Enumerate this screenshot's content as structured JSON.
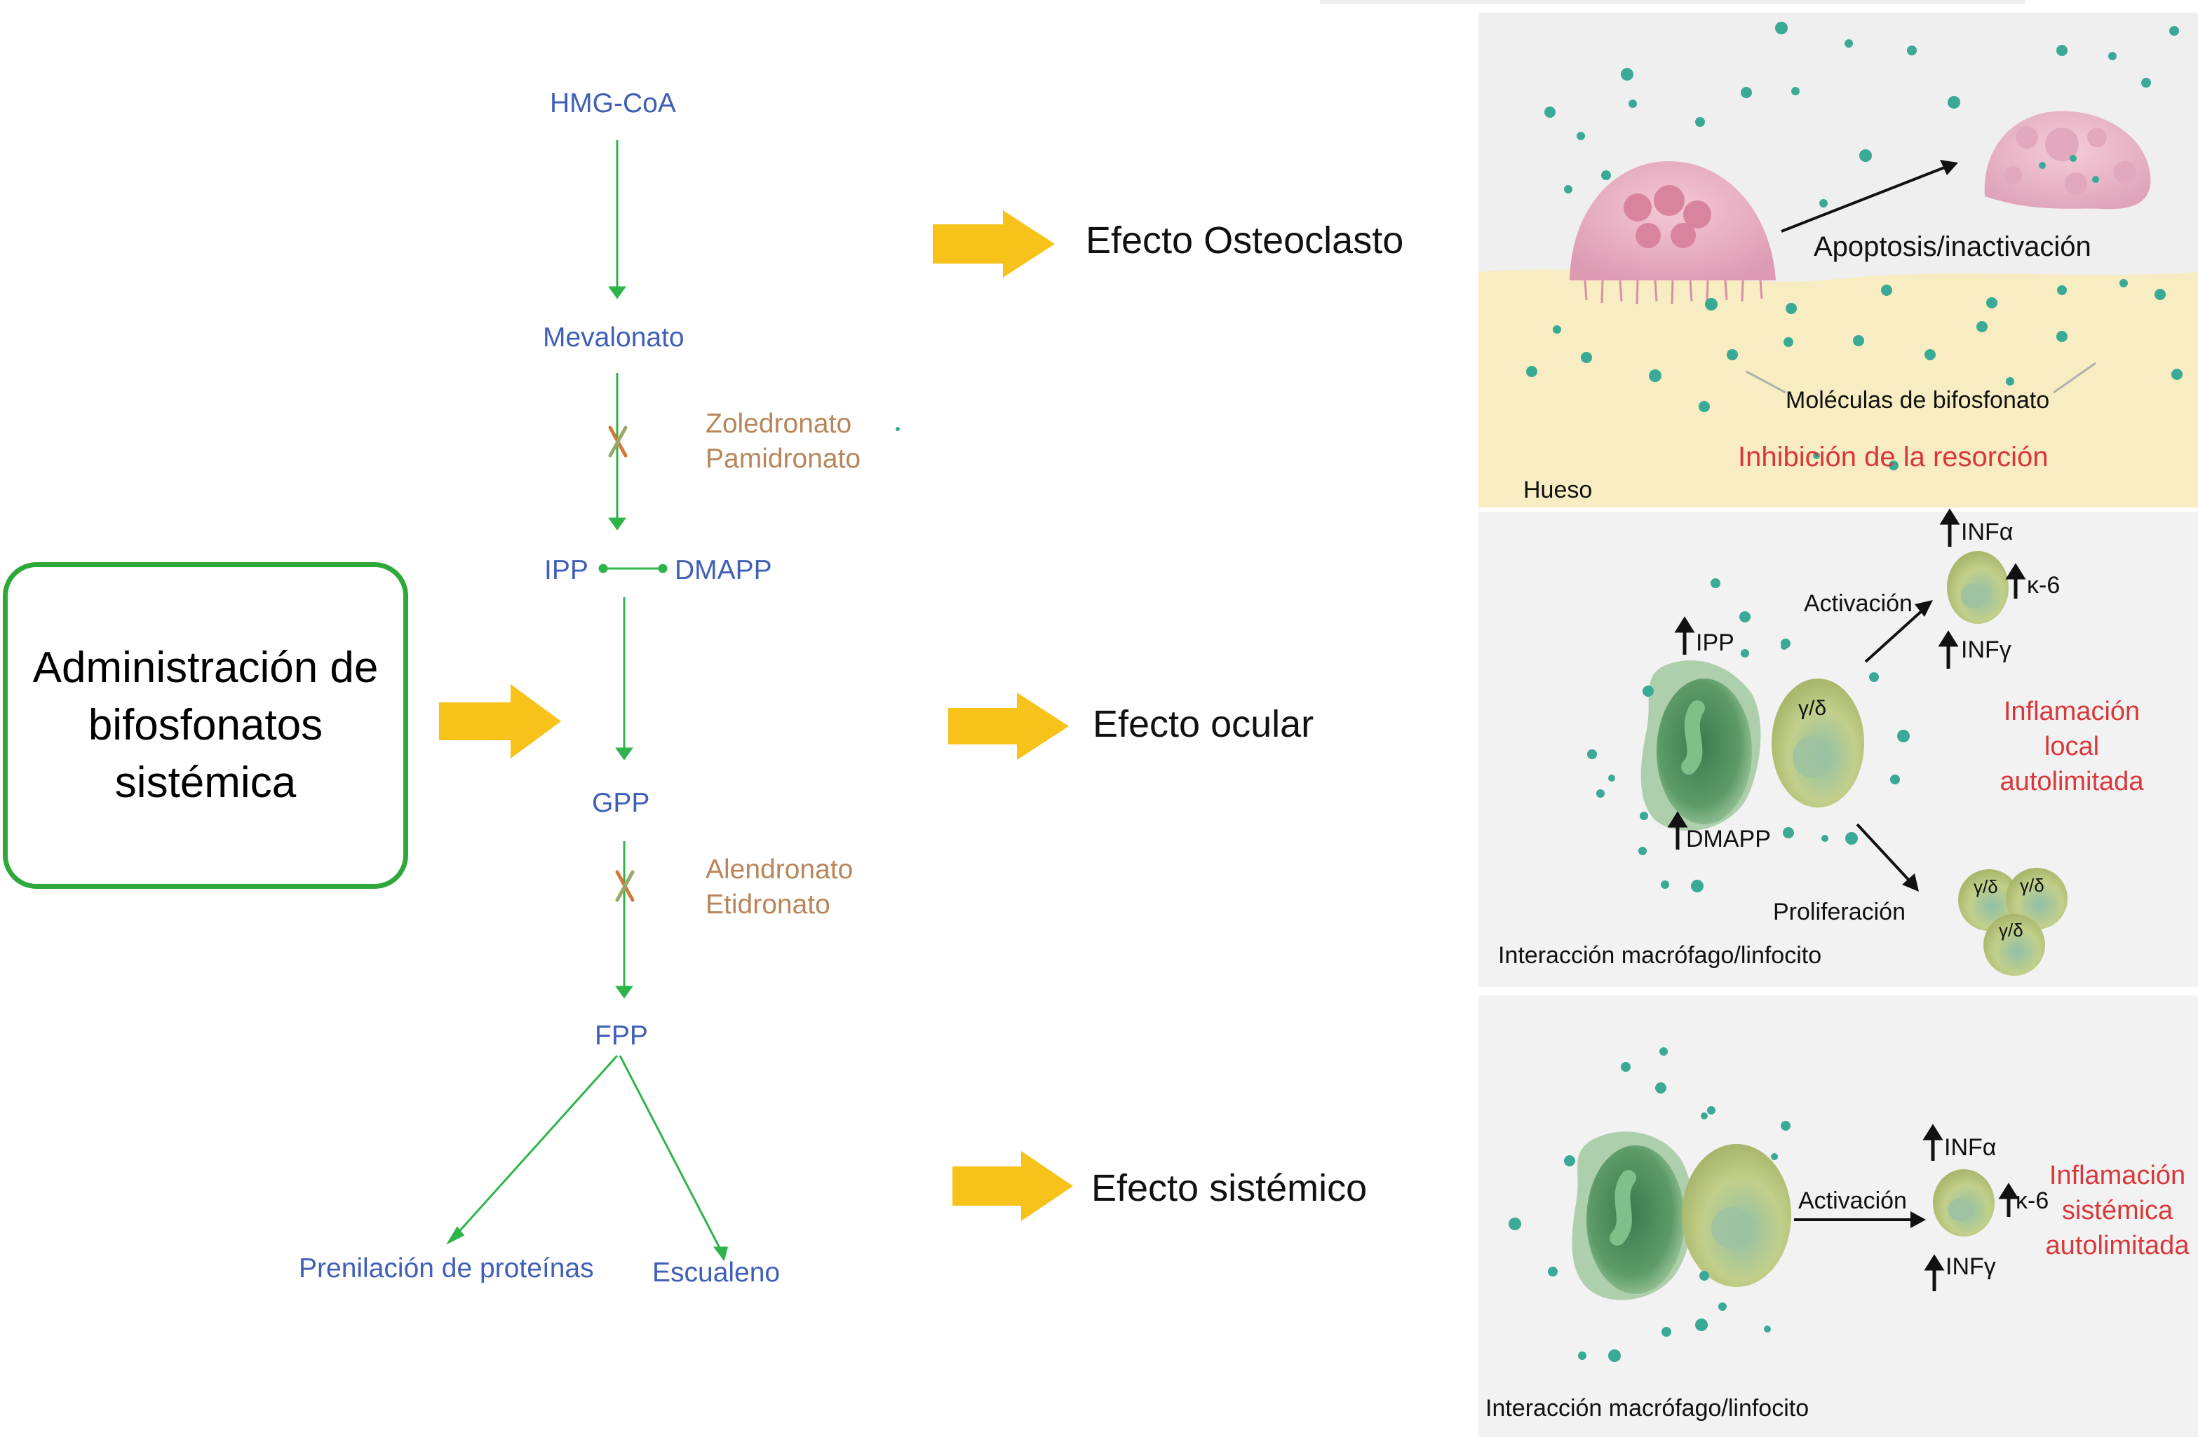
{
  "admin": {
    "text": "Administración de\nbifosfonatos\nsistémica"
  },
  "pathway": {
    "hmg": "HMG-CoA",
    "mevalonato": "Mevalonato",
    "ipp": "IPP",
    "dmapp": "DMAPP",
    "gpp": "GPP",
    "fpp": "FPP",
    "prenilacion": "Prenilación de proteínas",
    "escualeno": "Escualeno",
    "inhibitors1": [
      "Zoledronato",
      "Pamidronato"
    ],
    "inhibitors2": [
      "Alendronato",
      "Etidronato"
    ]
  },
  "effects": {
    "osteoclasto": "Efecto Osteoclasto",
    "ocular": "Efecto ocular",
    "sistemico": "Efecto sistémico"
  },
  "panel_bone": {
    "apoptosis": "Apoptosis/inactivación",
    "molecules": "Moléculas de bifosfonato",
    "inhibition": "Inhibición de la resorción",
    "hueso": "Hueso"
  },
  "panel_ocular": {
    "activacion": "Activación",
    "proliferacion": "Proliferación",
    "ipp": "IPP",
    "dmapp": "DMAPP",
    "infa": "INFα",
    "infg": "INFγ",
    "k6": "κ-6",
    "gd": "γ/δ",
    "inflamacion": [
      "Inflamación",
      "local",
      "autolimitada"
    ],
    "caption": "Interacción macrófago/linfocito"
  },
  "panel_systemic": {
    "activacion": "Activación",
    "infa": "INFα",
    "infg": "INFγ",
    "k6": "κ-6",
    "inflamacion": [
      "Inflamación",
      "sistémica",
      "autolimitada"
    ],
    "caption": "Interacción macrófago/linfocito"
  },
  "colors": {
    "pathway_text": "#3f5fb8",
    "pathway_arrow": "#2fb44a",
    "inhibitor_text": "#b8865a",
    "yellow_arrow": "#f7c21a",
    "red_text": "#d9383a",
    "dots": "#3aa996",
    "bone": "#f8ecc2"
  }
}
